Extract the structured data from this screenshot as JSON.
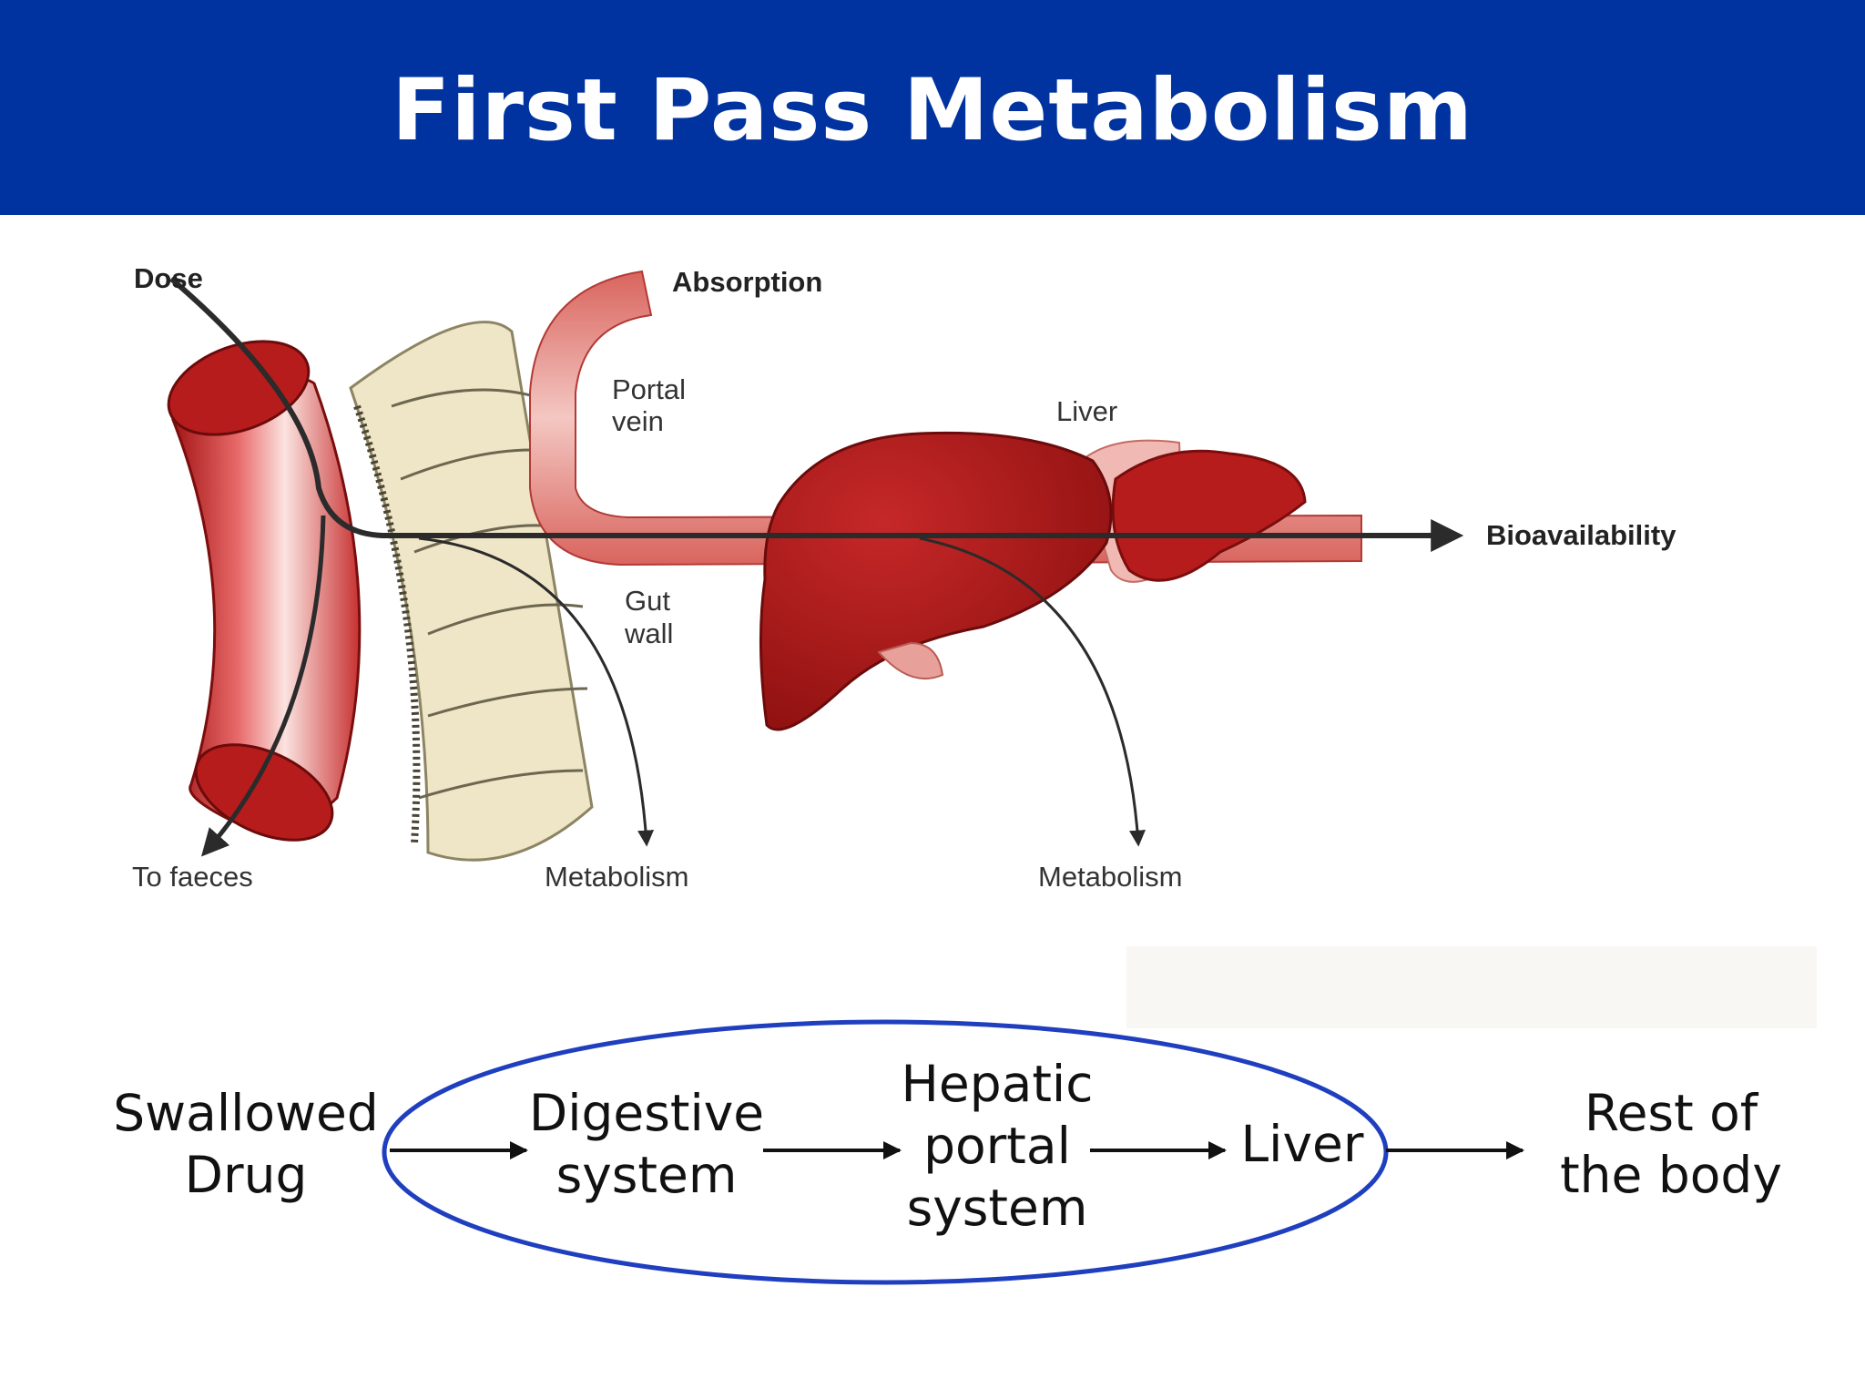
{
  "header": {
    "title": "First Pass Metabolism"
  },
  "illustration": {
    "dose": "Dose",
    "absorption": "Absorption",
    "portal_vein": [
      "Portal",
      "vein"
    ],
    "liver": "Liver",
    "bioavailability": "Bioavailability",
    "gut_wall": [
      "Gut",
      "wall"
    ],
    "to_faeces": "To faeces",
    "metabolism_gut": "Metabolism",
    "metabolism_liver": "Metabolism"
  },
  "flow": {
    "swallowed": [
      "Swallowed",
      "Drug"
    ],
    "digestive": [
      "Digestive",
      "system"
    ],
    "hepatic": [
      "Hepatic",
      "portal",
      "system"
    ],
    "liver": "Liver",
    "rest": [
      "Rest of",
      "the body"
    ]
  },
  "colors": {
    "header_bg": "#0033a0",
    "organ_red": "#b71c1c",
    "vessel_pink": "#e8a09a",
    "gut_wall_cream": "#efe6c8",
    "ellipse_blue": "#1f3fbf"
  }
}
